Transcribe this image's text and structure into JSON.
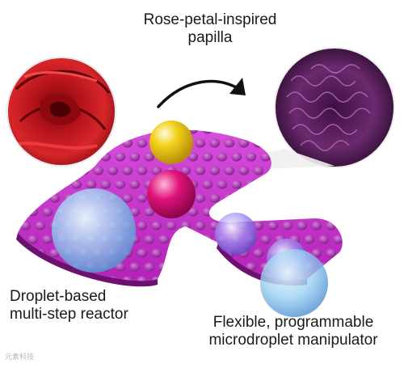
{
  "title": {
    "line1": "Rose-petal-inspired",
    "line2": "papilla"
  },
  "left_caption": {
    "line1": "Droplet-based",
    "line2": "multi-step reactor"
  },
  "right_caption": {
    "line1": "Flexible, programmable",
    "line2": "microdroplet manipulator"
  },
  "watermark": "元素科技",
  "colors": {
    "membrane": "#c532c9",
    "membrane_dark": "#6e1070",
    "papilla": "#9a2fa0",
    "rose": "#b3121b",
    "sem": "#6b2a6e",
    "droplet_yellow": "#f3d21c",
    "droplet_pink": "#e0127a",
    "droplet_blue": "#79c2ee"
  },
  "icons": [
    "curved-arrow-icon",
    "rose-photo",
    "sem-papilla-micrograph"
  ]
}
